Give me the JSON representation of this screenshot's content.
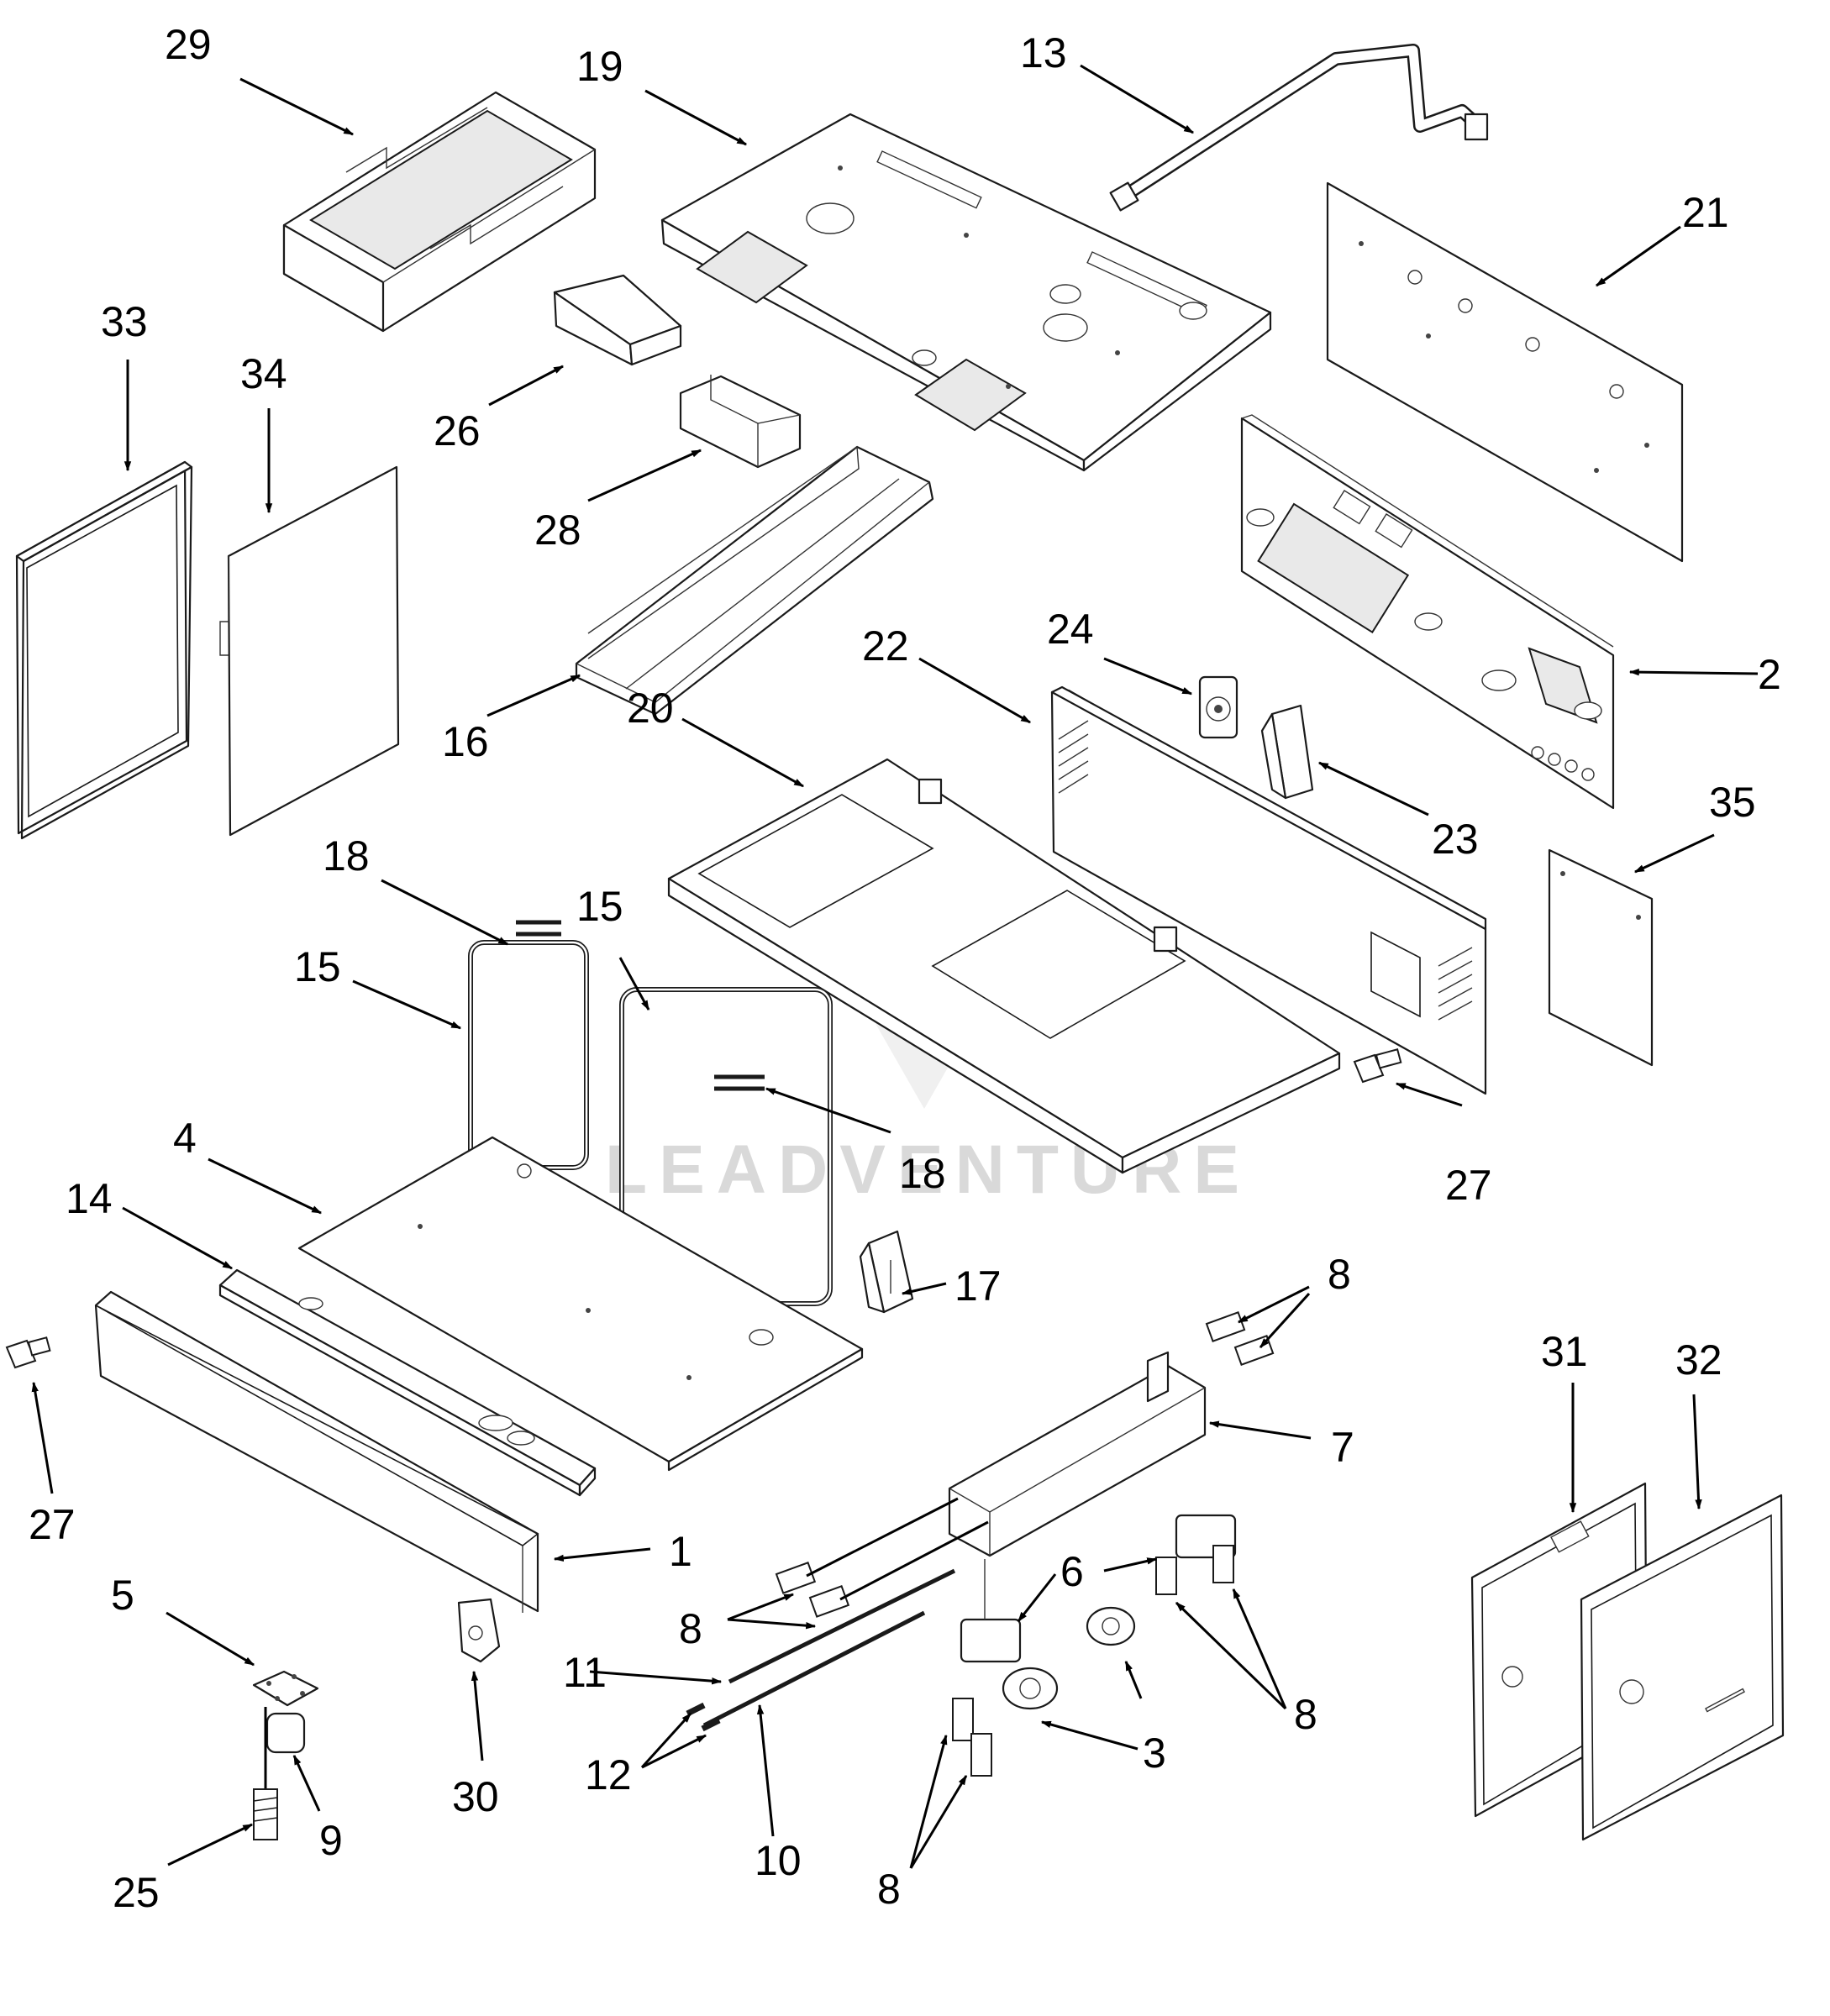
{
  "watermark": {
    "text": "LEADVENTURE"
  },
  "callouts": {
    "c29": "29",
    "c19": "19",
    "c13": "13",
    "c21": "21",
    "c33": "33",
    "c34": "34",
    "c26": "26",
    "c28": "28",
    "c16": "16",
    "c20": "20",
    "c22": "22",
    "c24": "24",
    "c2": "2",
    "c23": "23",
    "c35": "35",
    "c18a": "18",
    "c15a": "15",
    "c15b": "15",
    "c18b": "18",
    "c4": "4",
    "c14": "14",
    "c27a": "27",
    "c27b": "27",
    "c17": "17",
    "c8a": "8",
    "c7": "7",
    "c31": "31",
    "c32": "32",
    "c1": "1",
    "c6": "6",
    "c8b": "8",
    "c8c": "8",
    "c11": "11",
    "c12": "12",
    "c3": "3",
    "c5": "5",
    "c9": "9",
    "c30": "30",
    "c10": "10",
    "c8d": "8",
    "c25": "25"
  }
}
